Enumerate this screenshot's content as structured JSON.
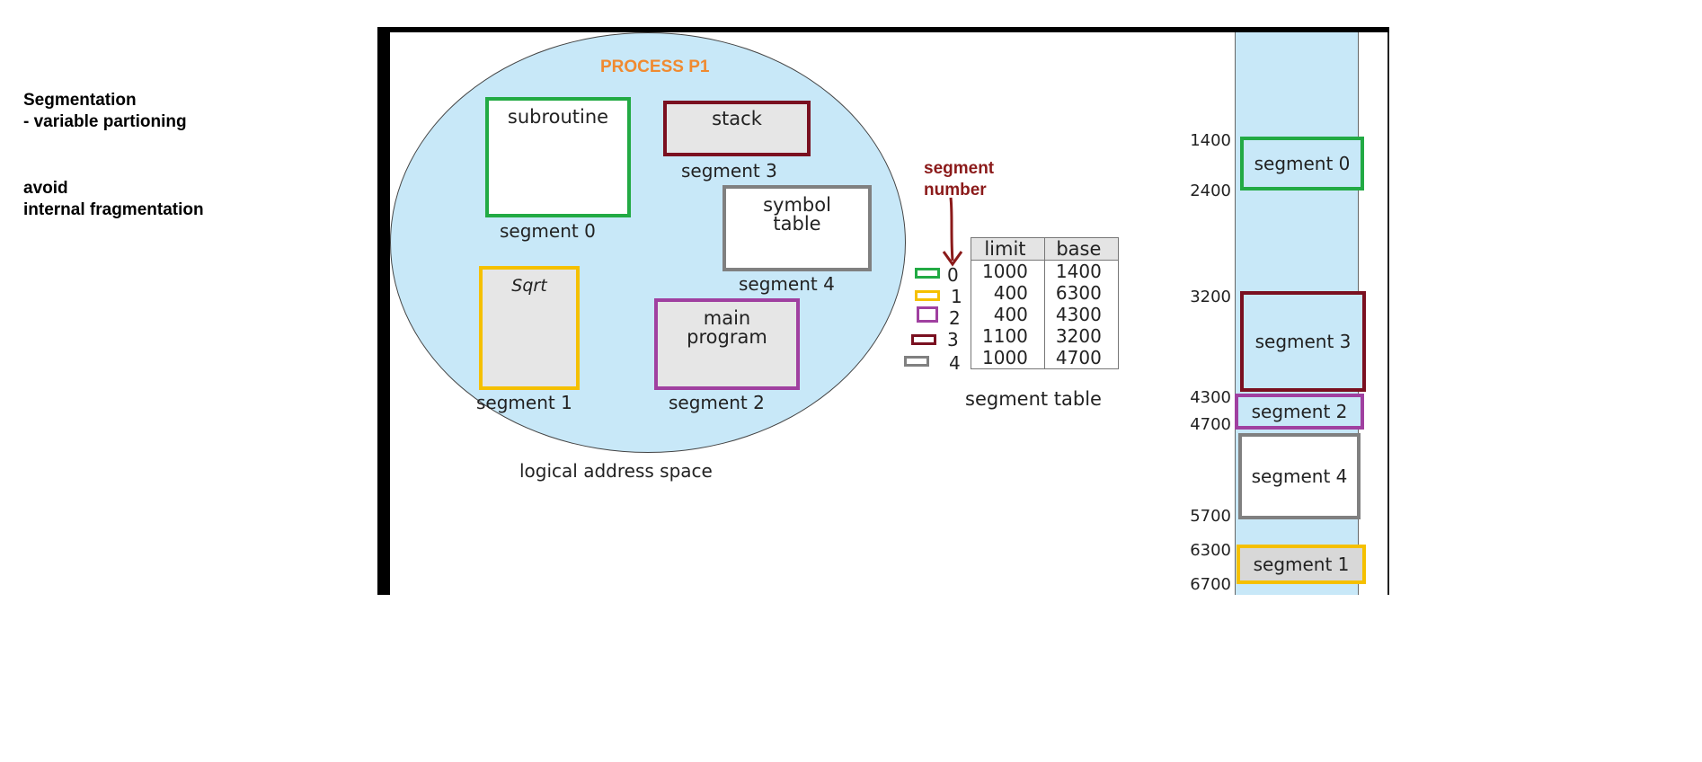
{
  "notes": {
    "line1": "Segmentation",
    "line2": "- variable partioning",
    "line3": "avoid",
    "line4": "internal fragmentation"
  },
  "process_title": "PROCESS P1",
  "logical_space": {
    "caption": "logical address space",
    "boxes": {
      "subroutine": {
        "label": "subroutine",
        "caption": "segment 0",
        "color": "#22aa44"
      },
      "stack": {
        "label": "stack",
        "caption": "segment 3",
        "color": "#7a1020"
      },
      "symbol_table": {
        "label1": "symbol",
        "label2": "table",
        "caption": "segment 4",
        "color": "#808080"
      },
      "sqrt": {
        "label": "Sqrt",
        "caption": "segment 1",
        "color": "#f5c000"
      },
      "main_program": {
        "label1": "main",
        "label2": "program",
        "caption": "segment 2",
        "color": "#a040a0"
      }
    }
  },
  "segment_number": {
    "line1": "segment",
    "line2": "number"
  },
  "segment_table": {
    "caption": "segment table",
    "headers": [
      "limit",
      "base"
    ],
    "rows": [
      {
        "index": "0",
        "limit": "1000",
        "base": "1400",
        "color": "#22aa44"
      },
      {
        "index": "1",
        "limit": "400",
        "base": "6300",
        "color": "#f5c000"
      },
      {
        "index": "2",
        "limit": "400",
        "base": "4300",
        "color": "#a040a0"
      },
      {
        "index": "3",
        "limit": "1100",
        "base": "3200",
        "color": "#7a1020"
      },
      {
        "index": "4",
        "limit": "1000",
        "base": "4700",
        "color": "#808080"
      }
    ]
  },
  "physical_memory": {
    "addresses": [
      "1400",
      "2400",
      "3200",
      "4300",
      "4700",
      "5700",
      "6300",
      "6700"
    ],
    "segments": {
      "seg0": {
        "label": "segment 0",
        "color": "#22aa44"
      },
      "seg3": {
        "label": "segment 3",
        "color": "#7a1020"
      },
      "seg2": {
        "label": "segment 2",
        "color": "#a040a0"
      },
      "seg4": {
        "label": "segment 4",
        "color": "#808080"
      },
      "seg1": {
        "label": "segment 1",
        "color": "#f5c000"
      }
    }
  }
}
